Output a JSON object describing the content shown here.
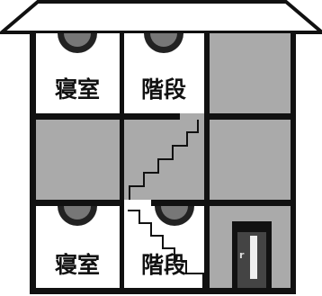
{
  "colors": {
    "wall": "#111111",
    "room_white": "#ffffff",
    "room_gray": "#aaaaaa",
    "lamp_outer": "#222222",
    "lamp_inner": "#777777",
    "door_frame": "#111111",
    "door_panel": "#555555"
  },
  "rooms": {
    "top_left": {
      "label": "寝室",
      "fill": "white",
      "lamp": true
    },
    "top_middle": {
      "label": "階段",
      "fill": "white",
      "lamp": true
    },
    "top_right": {
      "fill": "gray"
    },
    "middle_left": {
      "fill": "gray"
    },
    "middle_middle": {
      "fill": "gray",
      "stairs": true
    },
    "middle_right": {
      "fill": "gray"
    },
    "bottom_left": {
      "label": "寝室",
      "fill": "white",
      "lamp": true
    },
    "bottom_middle": {
      "label": "階段",
      "fill": "white",
      "lamp": true
    },
    "bottom_right": {
      "fill": "gray",
      "door": true
    }
  },
  "door": {
    "letter": "r"
  },
  "icons": {
    "roof": "roof-icon",
    "lamp": "ceiling-lamp-icon",
    "stairs": "staircase-icon",
    "door": "door-icon"
  }
}
